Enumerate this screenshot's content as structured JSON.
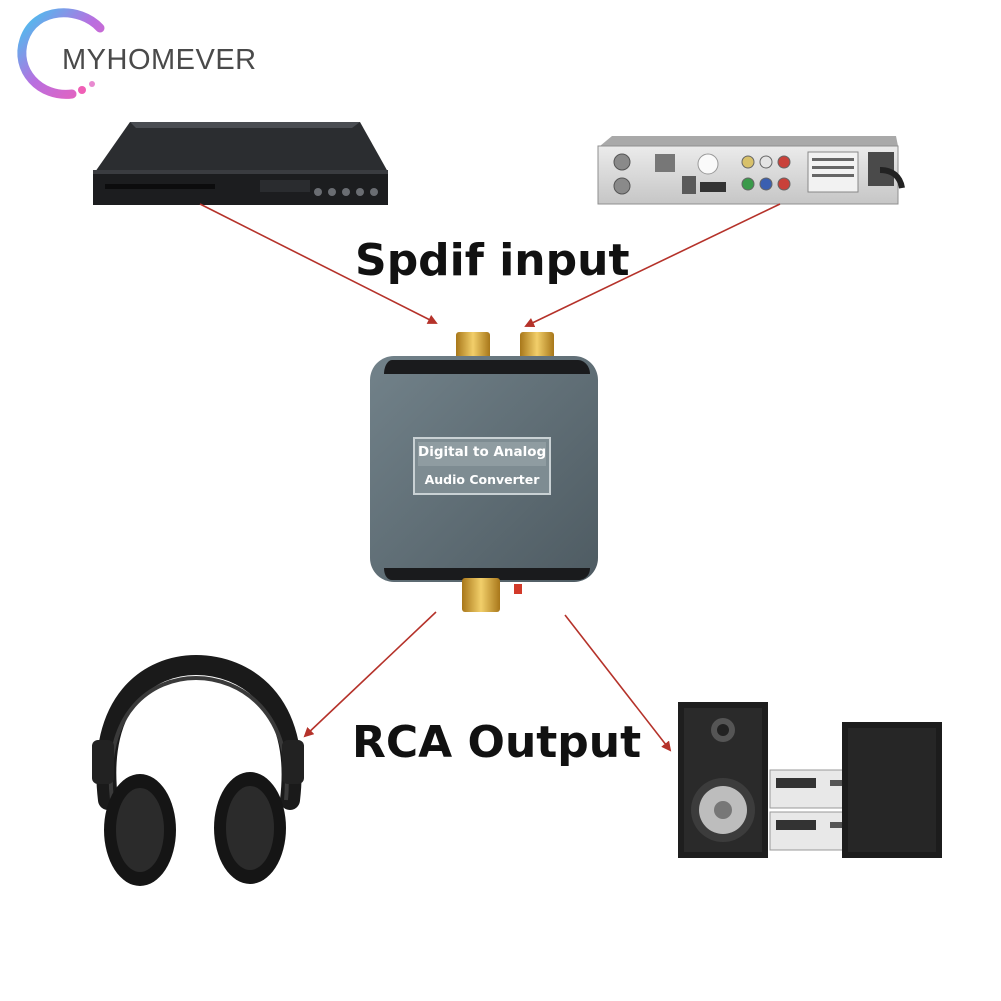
{
  "brand": {
    "name": "MYHOMEVER",
    "gradient": [
      "#f05fb6",
      "#3ec8f0"
    ]
  },
  "labels": {
    "input": "Spdif input",
    "output": "RCA Output"
  },
  "converter": {
    "line1": "Digital to Analog",
    "line2": "Audio Converter",
    "body_color": "#5c6b73",
    "connector_color": "#d8a93a"
  },
  "arrow_color": "#b5322a",
  "icons": {
    "dvd_player": "dvd-player-icon",
    "set_top_box": "set-top-box-icon",
    "headphones": "headphones-icon",
    "speaker_system": "speaker-system-icon"
  }
}
